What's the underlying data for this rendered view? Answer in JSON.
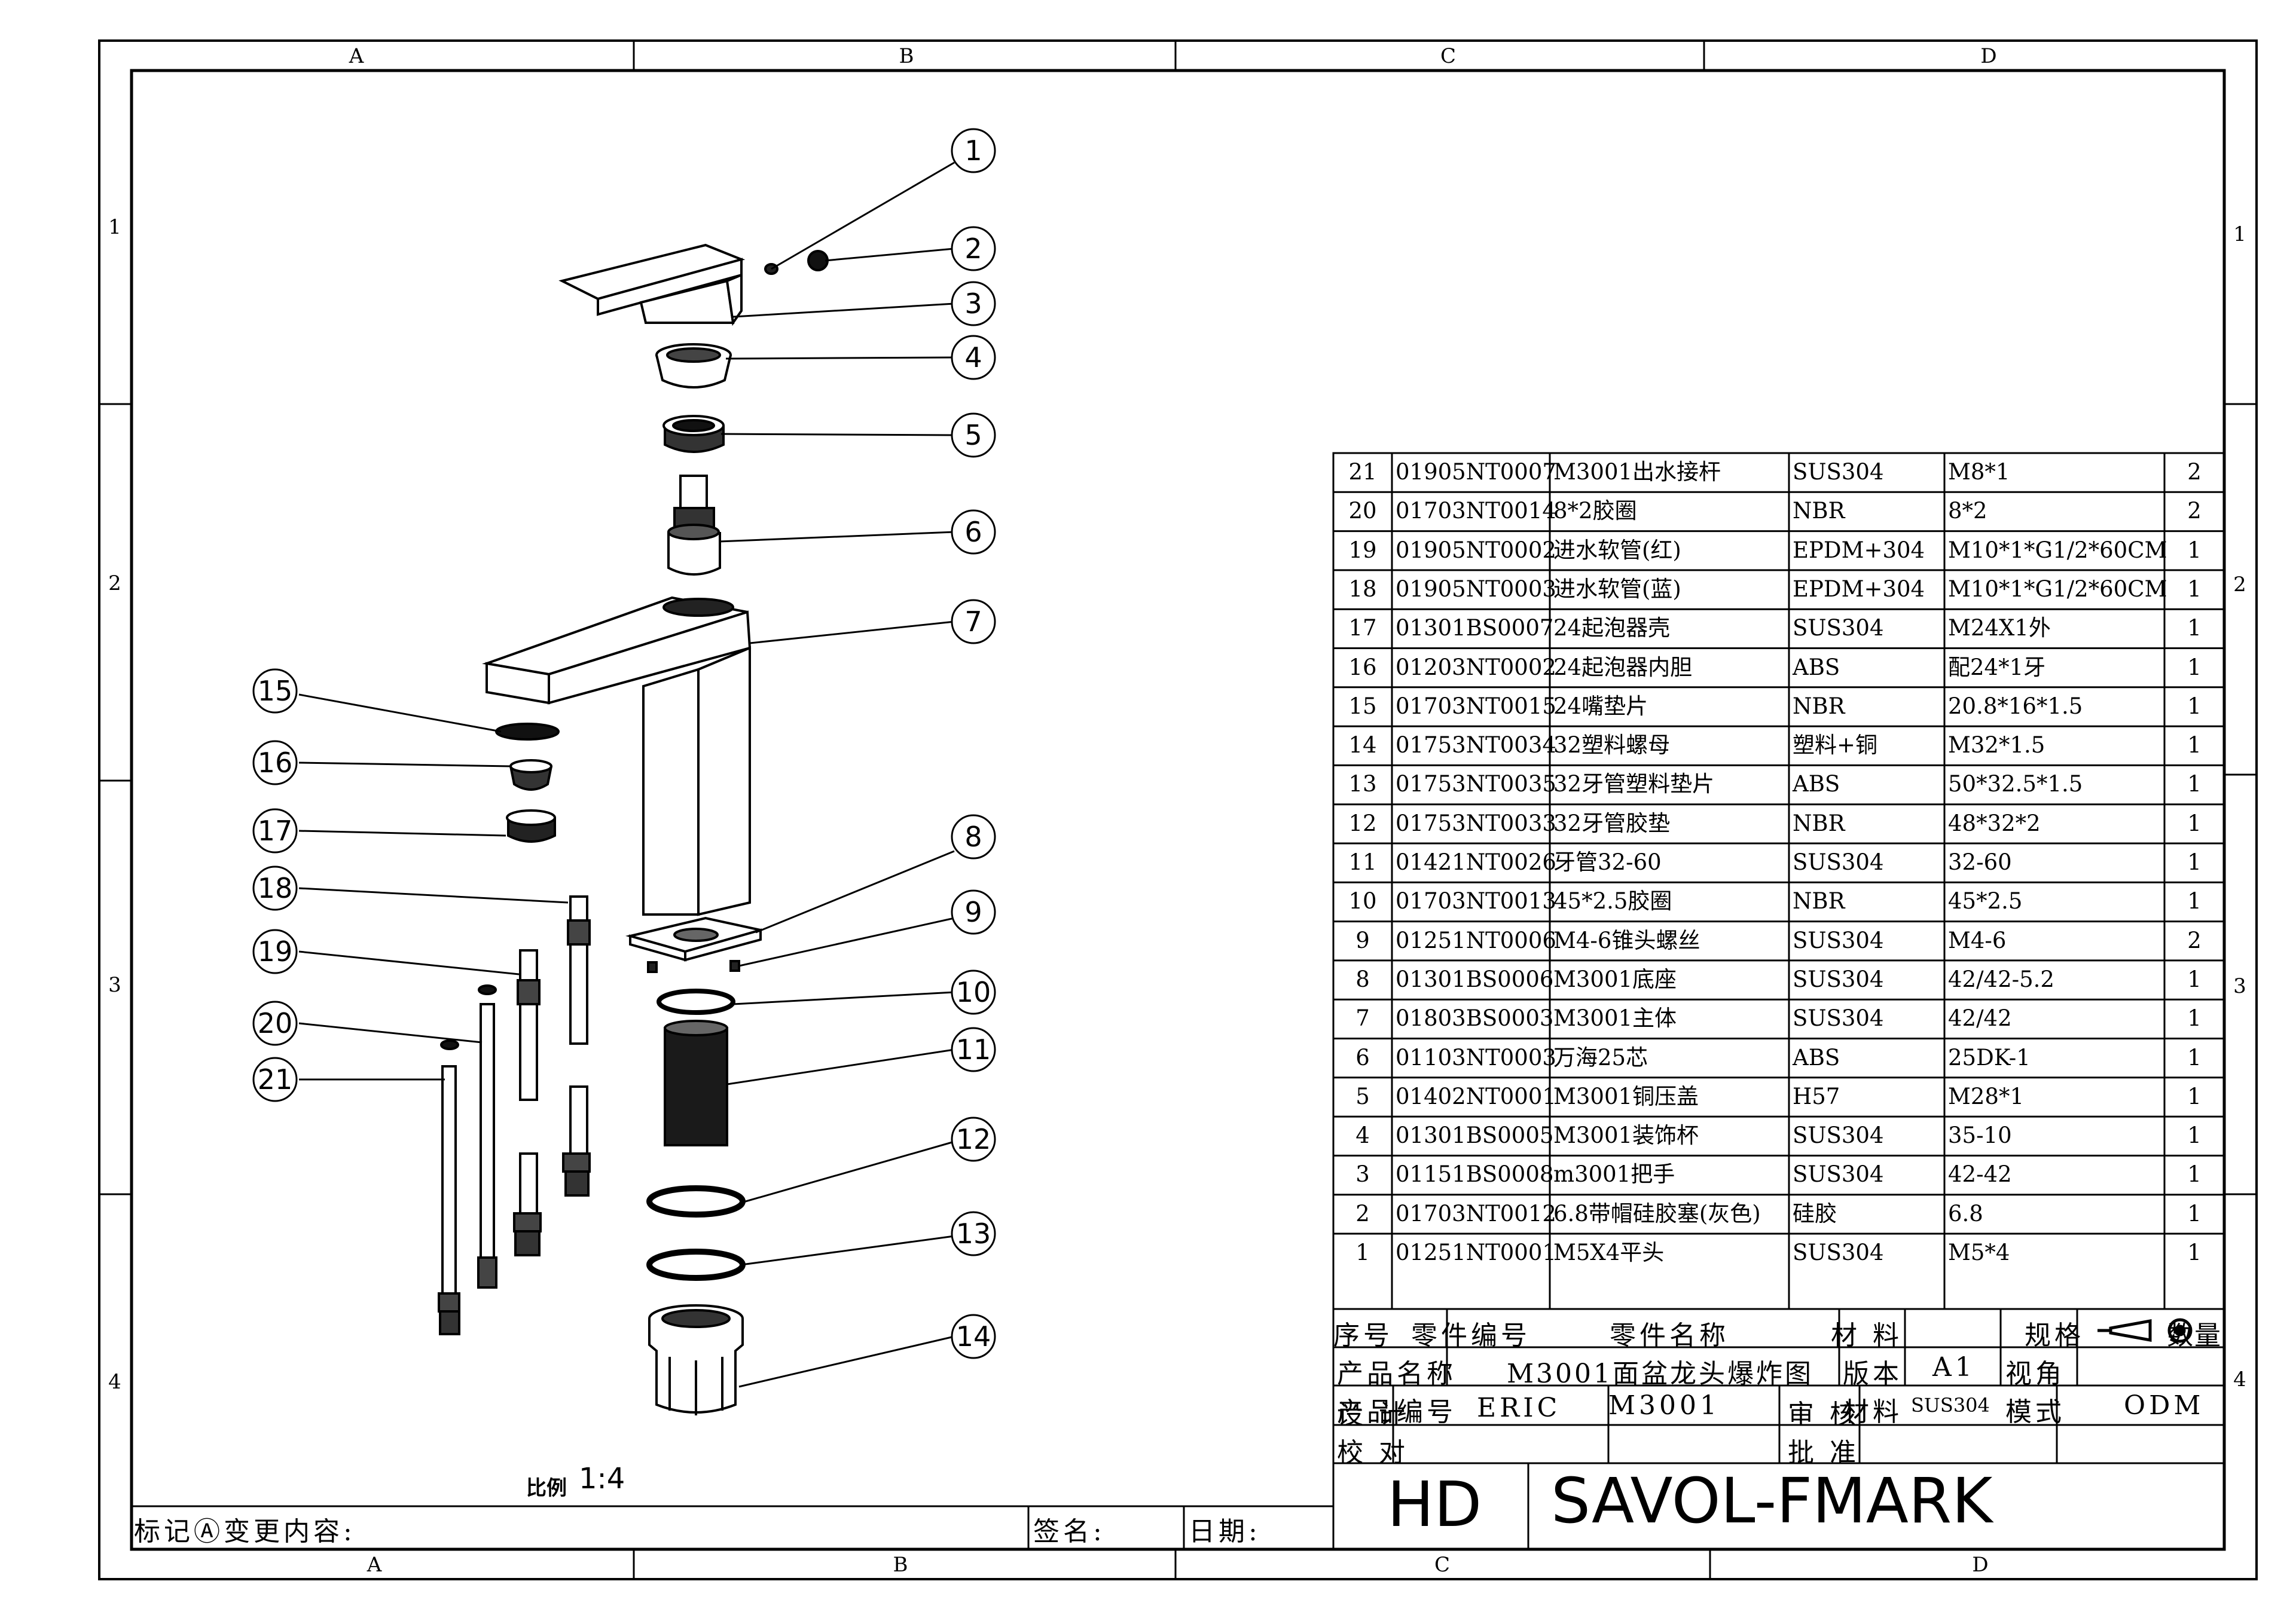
{
  "zones": {
    "cols_top": [
      "A",
      "B",
      "C",
      "D"
    ],
    "cols_bottom": [
      "A",
      "B",
      "C",
      "D"
    ],
    "rows": [
      "1",
      "2",
      "3",
      "4"
    ]
  },
  "callouts": [
    "1",
    "2",
    "3",
    "4",
    "5",
    "6",
    "7",
    "8",
    "9",
    "10",
    "11",
    "12",
    "13",
    "14",
    "15",
    "16",
    "17",
    "18",
    "19",
    "20",
    "21"
  ],
  "scale": {
    "label": "比例",
    "value": "1:4"
  },
  "revision": {
    "mark_label": "标记Ⓐ",
    "change_label": "变更内容:",
    "sign_label": "签名:",
    "date_label": "日期:"
  },
  "bom": {
    "headers": [
      "序号",
      "零件编号",
      "零件名称",
      "材 料",
      "规格",
      "数量"
    ],
    "rows": [
      {
        "no": "21",
        "code": "01905NT0007",
        "name": "M3001出水接杆",
        "material": "SUS304",
        "spec": "M8*1",
        "qty": "2"
      },
      {
        "no": "20",
        "code": "01703NT0014",
        "name": "8*2胶圈",
        "material": "NBR",
        "spec": "8*2",
        "qty": "2"
      },
      {
        "no": "19",
        "code": "01905NT0002",
        "name": "进水软管(红)",
        "material": "EPDM+304",
        "spec": "M10*1*G1/2*60CM",
        "qty": "1"
      },
      {
        "no": "18",
        "code": "01905NT0003",
        "name": "进水软管(蓝)",
        "material": "EPDM+304",
        "spec": "M10*1*G1/2*60CM",
        "qty": "1"
      },
      {
        "no": "17",
        "code": "01301BS0007",
        "name": "24起泡器壳",
        "material": "SUS304",
        "spec": "M24X1外",
        "qty": "1"
      },
      {
        "no": "16",
        "code": "01203NT0002",
        "name": "24起泡器内胆",
        "material": "ABS",
        "spec": "配24*1牙",
        "qty": "1"
      },
      {
        "no": "15",
        "code": "01703NT0015",
        "name": "24嘴垫片",
        "material": "NBR",
        "spec": "20.8*16*1.5",
        "qty": "1"
      },
      {
        "no": "14",
        "code": "01753NT0034",
        "name": "32塑料螺母",
        "material": "塑料+铜",
        "spec": "M32*1.5",
        "qty": "1"
      },
      {
        "no": "13",
        "code": "01753NT0035",
        "name": "32牙管塑料垫片",
        "material": "ABS",
        "spec": "50*32.5*1.5",
        "qty": "1"
      },
      {
        "no": "12",
        "code": "01753NT0033",
        "name": "32牙管胶垫",
        "material": "NBR",
        "spec": "48*32*2",
        "qty": "1"
      },
      {
        "no": "11",
        "code": "01421NT0026",
        "name": "牙管32-60",
        "material": "SUS304",
        "spec": "32-60",
        "qty": "1"
      },
      {
        "no": "10",
        "code": "01703NT0013",
        "name": "45*2.5胶圈",
        "material": "NBR",
        "spec": "45*2.5",
        "qty": "1"
      },
      {
        "no": "9",
        "code": "01251NT0006",
        "name": "M4-6锥头螺丝",
        "material": "SUS304",
        "spec": "M4-6",
        "qty": "2"
      },
      {
        "no": "8",
        "code": "01301BS0006",
        "name": "M3001底座",
        "material": "SUS304",
        "spec": "42/42-5.2",
        "qty": "1"
      },
      {
        "no": "7",
        "code": "01803BS0003",
        "name": "M3001主体",
        "material": "SUS304",
        "spec": "42/42",
        "qty": "1"
      },
      {
        "no": "6",
        "code": "01103NT0003",
        "name": "万海25芯",
        "material": "ABS",
        "spec": "25DK-1",
        "qty": "1"
      },
      {
        "no": "5",
        "code": "01402NT0001",
        "name": "M3001铜压盖",
        "material": "H57",
        "spec": "M28*1",
        "qty": "1"
      },
      {
        "no": "4",
        "code": "01301BS0005",
        "name": "M3001装饰杯",
        "material": "SUS304",
        "spec": "35-10",
        "qty": "1"
      },
      {
        "no": "3",
        "code": "01151BS0008",
        "name": "m3001把手",
        "material": "SUS304",
        "spec": "42-42",
        "qty": "1"
      },
      {
        "no": "2",
        "code": "01703NT0012",
        "name": "6.8带帽硅胶塞(灰色)",
        "material": "硅胶",
        "spec": "6.8",
        "qty": "1"
      },
      {
        "no": "1",
        "code": "01251NT0001",
        "name": "M5X4平头",
        "material": "SUS304",
        "spec": "M5*4",
        "qty": "1"
      }
    ]
  },
  "title_block": {
    "product_name_label": "产品名称",
    "product_name": "M3001面盆龙头爆炸图",
    "version_label": "版本",
    "version": "A1",
    "view_label": "视角",
    "product_code_label": "产品编号",
    "product_code": "M3001",
    "material_label": "材料",
    "material": "SUS304",
    "mode_label": "模式",
    "mode": "ODM",
    "design_label": "设 计",
    "designer": "ERIC",
    "review_label": "审 核",
    "check_label": "校 对",
    "approve_label": "批 准",
    "company_short": "HD",
    "company": "SAVOL-FMARK"
  }
}
